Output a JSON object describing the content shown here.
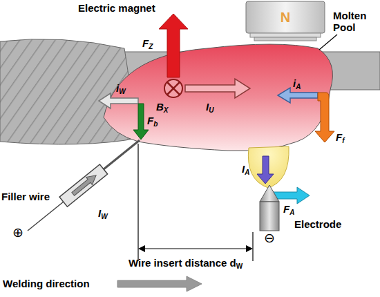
{
  "diagram": {
    "nodes": [
      {
        "text": [
          "N"
        ]
      }
    ],
    "labels": [
      "Electric magnet",
      "FZ",
      "Molten Pool",
      "BX",
      "IU",
      "iW",
      "iA",
      "Fb",
      "Ff",
      "IA",
      "FA",
      "Filler wire",
      "IW",
      "Electrode",
      "⊕",
      "⊖",
      "Wire insert distance dW",
      "Welding direction"
    ]
  }
}
